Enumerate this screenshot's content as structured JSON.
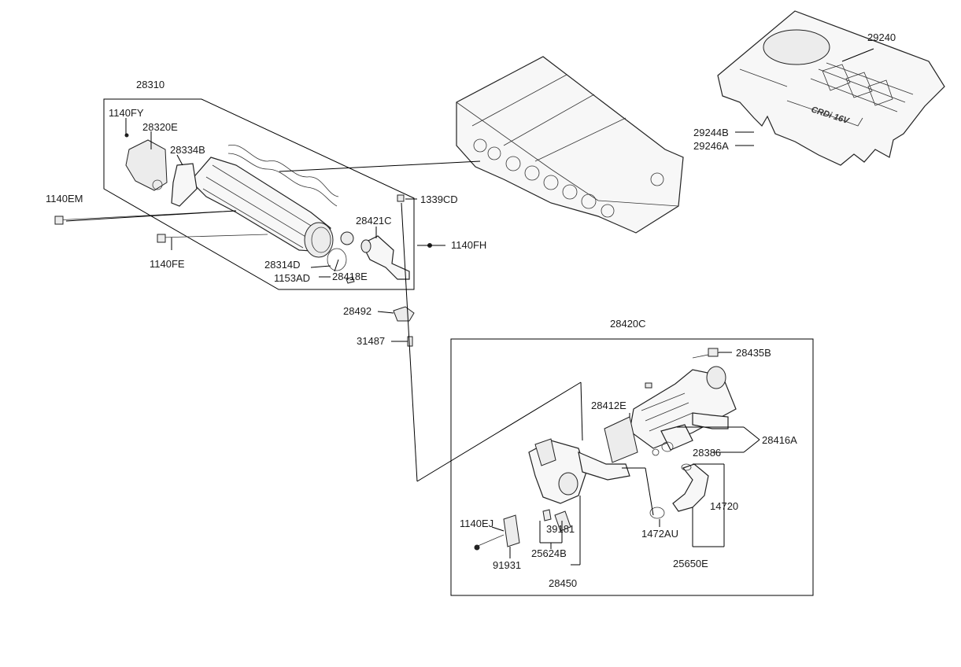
{
  "labels": {
    "l28310": "28310",
    "l1140FY": "1140FY",
    "l28320E": "28320E",
    "l28334B": "28334B",
    "l1140EM": "1140EM",
    "l1140FE": "1140FE",
    "l28314D": "28314D",
    "l1153AD": "1153AD",
    "l28418E": "28418E",
    "l28421C": "28421C",
    "l1140FH": "1140FH",
    "l1339CD": "1339CD",
    "l28492": "28492",
    "l31487": "31487",
    "l29240": "29240",
    "l29244B": "29244B",
    "l29246A": "29246A",
    "l28420C": "28420C",
    "l28435B": "28435B",
    "l28412E": "28412E",
    "l28416A": "28416A",
    "l28386": "28386",
    "l14720": "14720",
    "l1472AU": "1472AU",
    "l25650E": "25650E",
    "l1140EJ": "1140EJ",
    "l39181": "39181",
    "l91931": "91931",
    "l25624B": "25624B",
    "l28450": "28450"
  }
}
